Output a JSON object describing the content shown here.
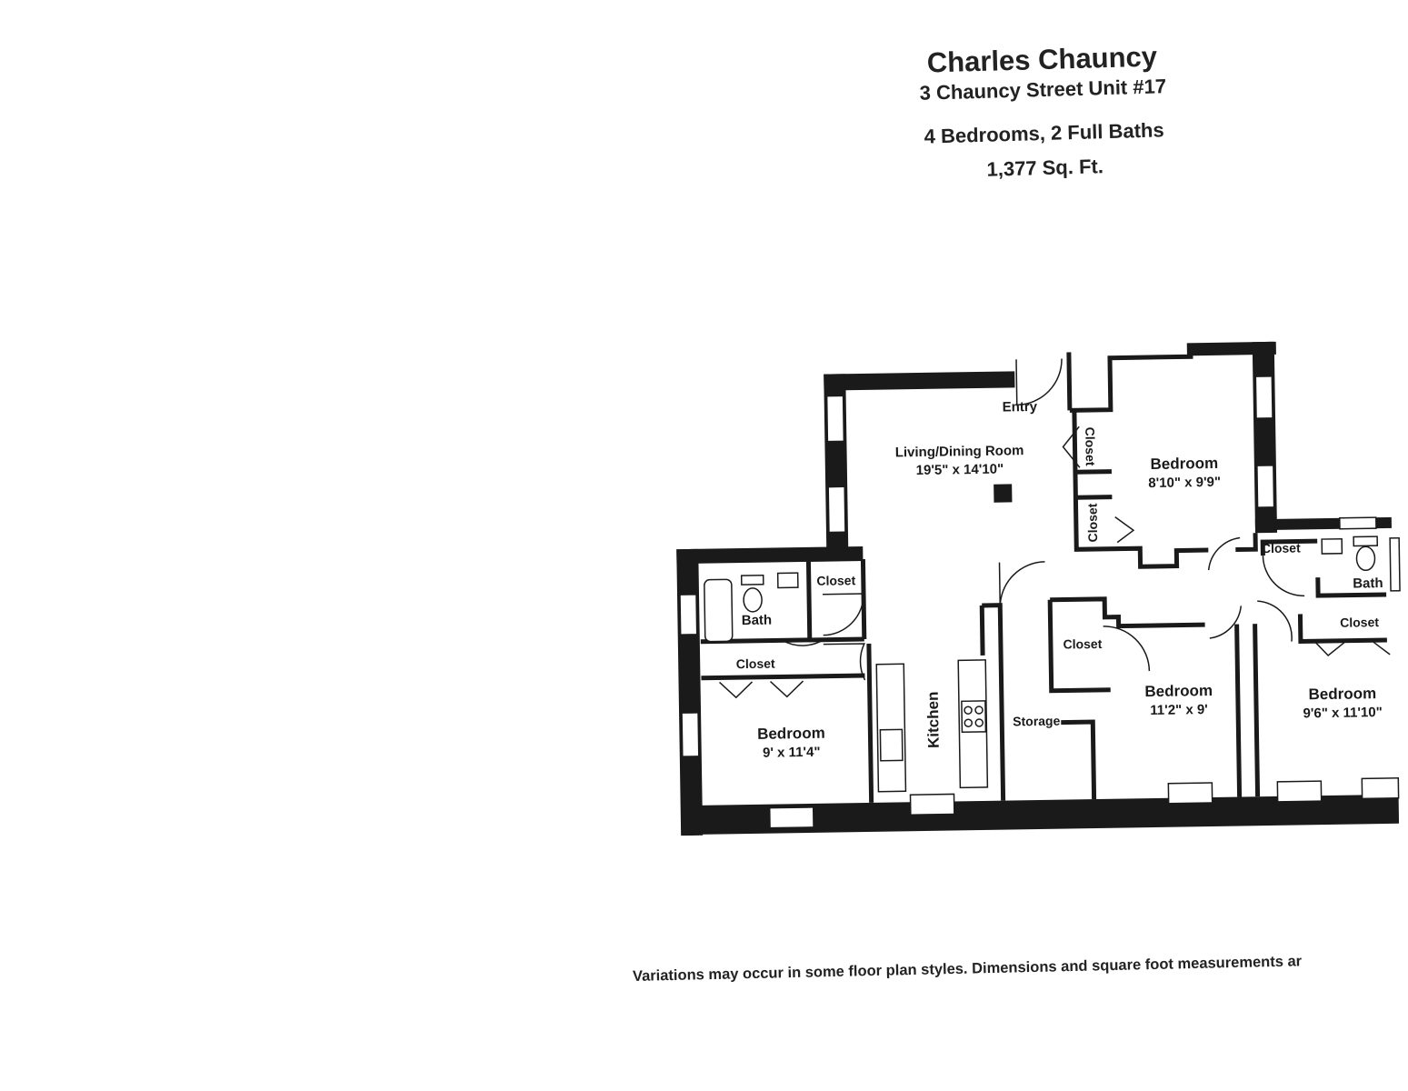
{
  "header": {
    "title": "Charles Chauncy",
    "address": "3 Chauncy Street Unit #17",
    "rooms": "4 Bedrooms, 2 Full Baths",
    "area": "1,377 Sq. Ft."
  },
  "plan": {
    "entry": "Entry",
    "living": {
      "name": "Living/Dining Room",
      "size": "19'5\" x 14'10\""
    },
    "bedroom_ne": {
      "name": "Bedroom",
      "size": "8'10\" x 9'9\""
    },
    "bedroom_sw": {
      "name": "Bedroom",
      "size": "9' x 11'4\""
    },
    "bedroom_s": {
      "name": "Bedroom",
      "size": "11'2\" x 9'"
    },
    "bedroom_se": {
      "name": "Bedroom",
      "size": "9'6\" x 11'10\""
    },
    "closet": "Closet",
    "bath": "Bath",
    "kitchen": "Kitchen",
    "storage": "Storage"
  },
  "footer": {
    "disclaimer": "Variations may occur in some floor plan styles. Dimensions and square foot measurements ar"
  }
}
